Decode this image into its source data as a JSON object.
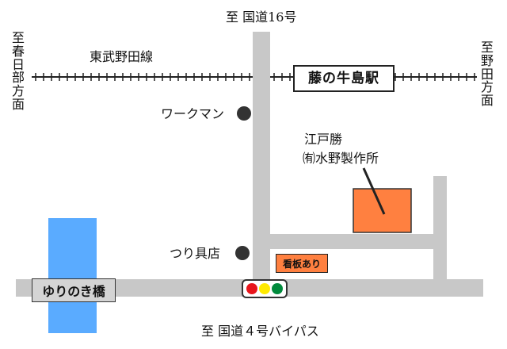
{
  "labels": {
    "north_road": "至 国道16号",
    "south_road": "至 国道４号バイパス",
    "rail_line": "東武野田線",
    "station": "藤の牛島駅",
    "west_direction": "至春日部方面",
    "east_direction": "至野田方面",
    "workman": "ワークマン",
    "tackle_shop": "つり具店",
    "company_line1": "江戸勝",
    "company_line2": "㈲水野製作所",
    "signboard": "看板あり",
    "bridge": "ゆりのき橋"
  },
  "colors": {
    "road": "#c8c8c8",
    "river": "#5aabff",
    "building": "#ff8040",
    "landmark_dot": "#333333",
    "signal_red": "#e8151c",
    "signal_yellow": "#ffea00",
    "signal_green": "#008a3c"
  },
  "icons": {
    "landmark": "filled-circle",
    "traffic_signal": "three-lamp-signal"
  }
}
